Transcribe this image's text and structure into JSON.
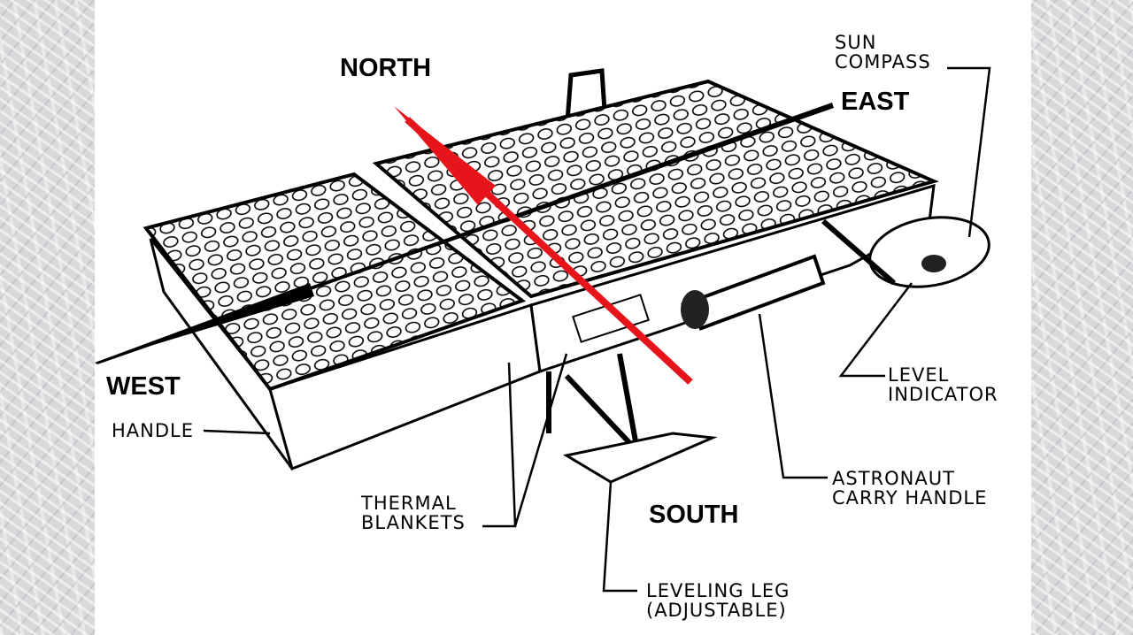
{
  "labels": {
    "north": "NORTH",
    "east": "EAST",
    "west": "WEST",
    "south": "SOUTH",
    "sun_compass_1": "SUN",
    "sun_compass_2": "COMPASS",
    "handle": "HANDLE",
    "thermal_1": "THERMAL",
    "thermal_2": "BLANKETS",
    "leveling_1": "LEVELING LEG",
    "leveling_2": "(ADJUSTABLE)",
    "level_1": "LEVEL",
    "level_2": "INDICATOR",
    "carry_1": "ASTRONAUT",
    "carry_2": "CARRY HANDLE"
  },
  "colors": {
    "arrow": "#e8141c",
    "line": "#000000"
  }
}
